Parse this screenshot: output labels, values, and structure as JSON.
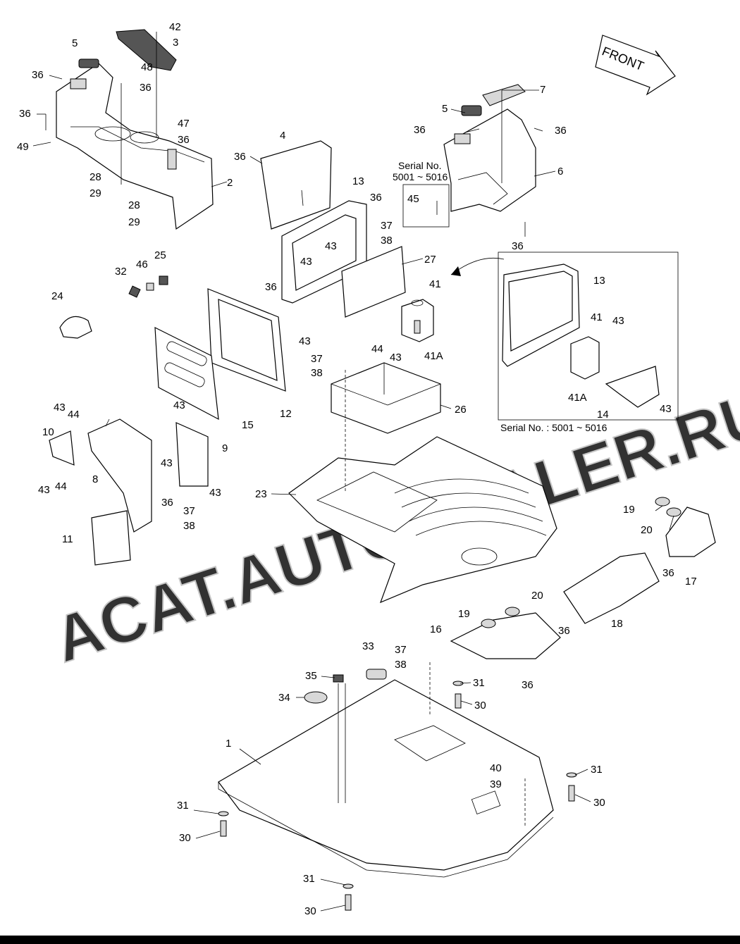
{
  "direction": {
    "front_label": "FRONT"
  },
  "serial_notes": {
    "serial_no_label": "Serial No.",
    "serial_range": "5001 ~ 5016",
    "detail_caption": "Serial No. : 5001 ~ 5016"
  },
  "watermark": "ACAT.AUTODEALER.RU",
  "callouts": {
    "c42": "42",
    "c3": "3",
    "c5a": "5",
    "c48": "48",
    "c36a": "36",
    "c36b": "36",
    "c36c": "36",
    "c49": "49",
    "c47": "47",
    "c36d": "36",
    "c28a": "28",
    "c29a": "29",
    "c28b": "28",
    "c29b": "29",
    "c2": "2",
    "c4": "4",
    "c36e": "36",
    "c13a": "13",
    "c36f": "36",
    "c37a": "37",
    "c38a": "38",
    "c43a": "43",
    "c43b": "43",
    "c27": "27",
    "c7": "7",
    "c5b": "5",
    "c36g": "36",
    "c36h": "36",
    "c6": "6",
    "c36i": "36",
    "c45": "45",
    "c32": "32",
    "c46": "46",
    "c25": "25",
    "c24": "24",
    "c36j": "36",
    "c43c": "43",
    "c41a": "41",
    "c44a": "44",
    "c43d": "43",
    "c41Aa": "41A",
    "c37b": "37",
    "c38b": "38",
    "c15": "15",
    "c12": "12",
    "c26": "26",
    "c13b": "13",
    "c41b": "41",
    "c43e": "43",
    "c41Ab": "41A",
    "c14": "14",
    "c43f": "43",
    "c43g": "43",
    "c44b": "44",
    "c10": "10",
    "c8": "8",
    "c43h": "43",
    "c44c": "44",
    "c43i": "43",
    "c9": "9",
    "c43j": "43",
    "c43k": "43",
    "c36k": "36",
    "c37c": "37",
    "c38c": "38",
    "c11": "11",
    "c23": "23",
    "c19a": "19",
    "c20a": "20",
    "c36l": "36",
    "c17": "17",
    "c20b": "20",
    "c19b": "19",
    "c16": "16",
    "c18": "18",
    "c36m": "36",
    "c36n": "36",
    "c33": "33",
    "c37d": "37",
    "c38d": "38",
    "c35": "35",
    "c31a": "31",
    "c34": "34",
    "c30a": "30",
    "c1": "1",
    "c40": "40",
    "c31b": "31",
    "c39": "39",
    "c30b": "30",
    "c31c": "31",
    "c30c": "30",
    "c31d": "31",
    "c30d": "30"
  }
}
